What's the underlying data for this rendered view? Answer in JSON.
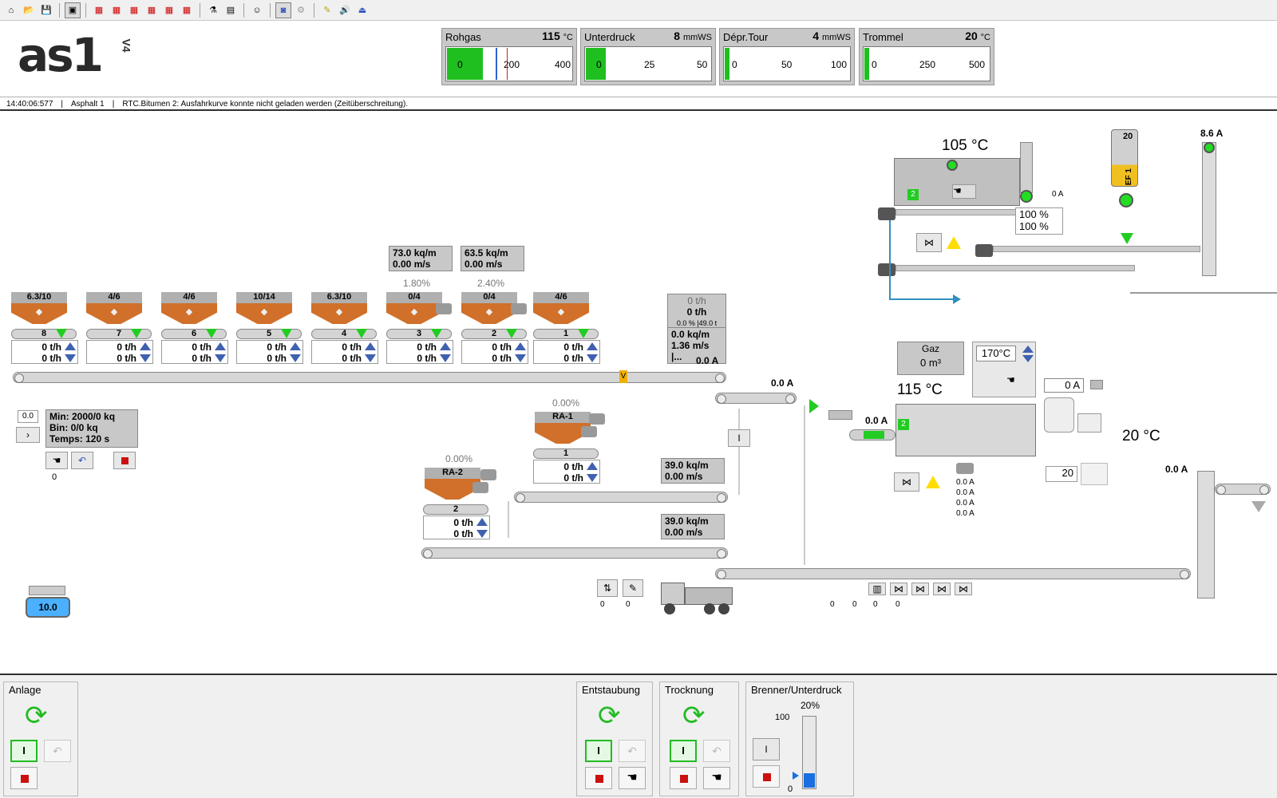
{
  "header": {
    "logo": "as1",
    "logo_version": "V4",
    "gauges": [
      {
        "name": "Rohgas",
        "value": "115",
        "unit": "°C",
        "ticks": [
          "0",
          "200",
          "400"
        ],
        "level": 0.29
      },
      {
        "name": "Unterdruck",
        "value": "8",
        "unit": "mmWS",
        "ticks": [
          "0",
          "25",
          "50"
        ],
        "level": 0.16
      },
      {
        "name": "Dépr.Tour",
        "value": "4",
        "unit": "mmWS",
        "ticks": [
          "0",
          "50",
          "100"
        ],
        "level": 0.04
      },
      {
        "name": "Trommel",
        "value": "20",
        "unit": "°C",
        "ticks": [
          "0",
          "250",
          "500"
        ],
        "level": 0.04
      }
    ]
  },
  "statusline": {
    "time": "14:40:06:577",
    "sep": "|",
    "plant": "Asphalt 1",
    "message": "RTC.Bitumen 2: Ausfahrkurve konnte nicht geladen werden (Zeitüberschreitung)."
  },
  "hoppers": [
    {
      "label": "6.3/10",
      "feeder": "8",
      "flow1": "0 t/h",
      "flow2": "0 t/h"
    },
    {
      "label": "4/6",
      "feeder": "7",
      "flow1": "0 t/h",
      "flow2": "0 t/h"
    },
    {
      "label": "4/6",
      "feeder": "6",
      "flow1": "0 t/h",
      "flow2": "0 t/h"
    },
    {
      "label": "10/14",
      "feeder": "5",
      "flow1": "0 t/h",
      "flow2": "0 t/h"
    },
    {
      "label": "6.3/10",
      "feeder": "4",
      "flow1": "0 t/h",
      "flow2": "0 t/h"
    },
    {
      "label": "0/4",
      "feeder": "3",
      "flow1": "0 t/h",
      "flow2": "0 t/h",
      "pct": "1.80%",
      "meter": "73.0 kq/m",
      "speed": "0.00 m/s"
    },
    {
      "label": "0/4",
      "feeder": "2",
      "flow1": "0 t/h",
      "flow2": "0 t/h",
      "pct": "2.40%",
      "meter": "63.5 kq/m",
      "speed": "0.00 m/s"
    },
    {
      "label": "4/6",
      "feeder": "1",
      "flow1": "0 t/h",
      "flow2": "0 t/h"
    }
  ],
  "collector": {
    "line1": "0 t/h",
    "line2": "0 t/h",
    "line3": "0.0 % |49.0 t",
    "meter": "0.0 kq/m",
    "speed": "1.36 m/s |...",
    "amp": "0.0 A",
    "marker": "V"
  },
  "scale": {
    "value": "0.0",
    "min": "Min: 2000/0 kq",
    "bin": "Bin: 0/0 kq",
    "temps": "Temps: 120 s",
    "count": "0"
  },
  "ra1": {
    "label": "RA-1",
    "pct": "0.00%",
    "feeder": "1",
    "flow1": "0 t/h",
    "flow2": "0 t/h",
    "meter": "39.0 kq/m",
    "speed": "0.00 m/s"
  },
  "ra2": {
    "label": "RA-2",
    "pct": "0.00%",
    "feeder": "2",
    "flow1": "0 t/h",
    "flow2": "0 t/h",
    "meter": "39.0 kq/m",
    "speed": "0.00 m/s"
  },
  "transfer": {
    "amp": "0.0 A",
    "i_label": "I"
  },
  "dryer": {
    "gas_label": "Gaz",
    "gas_value": "0 m³",
    "setpoint": "170°C",
    "amp_box": "0 A",
    "temp": "115 °C",
    "amp": "0.0 A",
    "tag": "2",
    "drum_temp": "20 °C",
    "amps": [
      "0.0 A",
      "0.0 A",
      "0.0 A",
      "0.0 A"
    ],
    "field": "20"
  },
  "filter": {
    "temp": "105 °C",
    "amp": "0 A",
    "tag": "2",
    "damper1": "100 %",
    "damper2": "100 %"
  },
  "silo": {
    "value": "20",
    "label": "EF 1",
    "amp": "8.6 A"
  },
  "elevator": {
    "amp": "0.0 A"
  },
  "compressor": {
    "value": "10.0"
  },
  "truck_counts": [
    "0",
    "0"
  ],
  "valve_counts": [
    "0",
    "0",
    "0",
    "0"
  ],
  "bottom": {
    "groups": [
      {
        "title": "Anlage",
        "on": "I"
      },
      {
        "title": "Entstaubung",
        "on": "I"
      },
      {
        "title": "Trocknung",
        "on": "I"
      },
      {
        "title": "Brenner/Unterdruck",
        "on": "I",
        "pct": "20%",
        "scale_top": "100",
        "scale_bottom": "0",
        "level": 0.2
      }
    ]
  },
  "colors": {
    "green": "#22cc22",
    "orange": "#d0702a",
    "panel": "#c8c8c8"
  }
}
